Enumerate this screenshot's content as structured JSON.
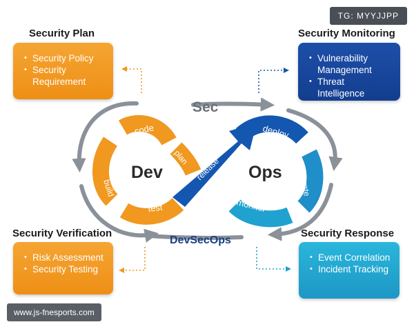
{
  "watermark": "TG: MYYJJPP",
  "site_label": "www.js-fnesports.com",
  "loop": {
    "left_word": "Dev",
    "right_word": "Ops",
    "top_word": "Sec",
    "bottom_word": "DevSecOps",
    "stages": {
      "plan": "plan",
      "code": "code",
      "build": "build",
      "test": "test",
      "release": "release",
      "deploy": "deploy",
      "operate": "operate",
      "monitor": "monitor"
    },
    "colors": {
      "orange": "#f0981f",
      "blue": "#1457b0",
      "cyan": "#1fa2d0",
      "gray": "#8a9199"
    }
  },
  "panels": {
    "security_plan": {
      "title": "Security Plan",
      "items": [
        "Security Policy",
        "Security Requirement"
      ]
    },
    "security_monitoring": {
      "title": "Security Monitoring",
      "items": [
        "Vulnerability Management",
        "Threat Intelligence"
      ]
    },
    "security_verification": {
      "title": "Security Verification",
      "items": [
        "Risk Assessment",
        "Security Testing"
      ]
    },
    "security_response": {
      "title": "Security Response",
      "items": [
        "Event Correlation",
        "Incident Tracking"
      ]
    }
  }
}
